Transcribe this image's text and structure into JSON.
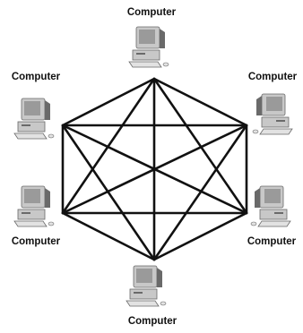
{
  "diagram": {
    "type": "full-mesh-network",
    "nodes": [
      {
        "id": "top",
        "label": "Computer",
        "icon": "computer-icon"
      },
      {
        "id": "upper-right",
        "label": "Computer",
        "icon": "computer-icon"
      },
      {
        "id": "lower-right",
        "label": "Computer",
        "icon": "computer-icon"
      },
      {
        "id": "bottom",
        "label": "Computer",
        "icon": "computer-icon"
      },
      {
        "id": "lower-left",
        "label": "Computer",
        "icon": "computer-icon"
      },
      {
        "id": "upper-left",
        "label": "Computer",
        "icon": "computer-icon"
      }
    ],
    "connections": "every node connected to every other node",
    "colors": {
      "line": "#111111",
      "computer_body": "#c8c8c8",
      "computer_dark": "#6a6a6a",
      "screen": "#9a9a9a"
    }
  }
}
